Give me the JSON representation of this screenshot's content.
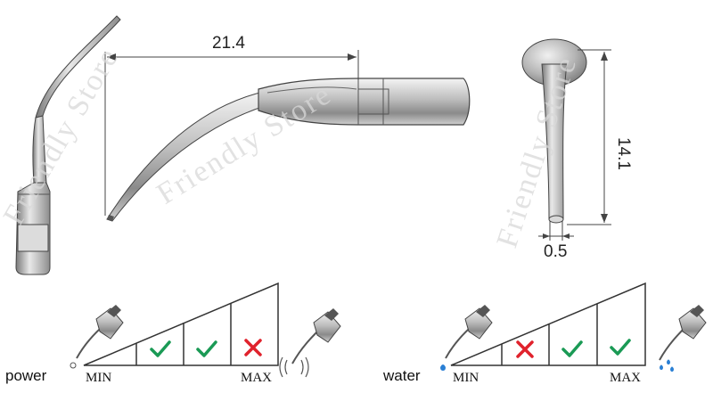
{
  "dimensions": {
    "length": "21.4",
    "height": "14.1",
    "tip_width": "0.5"
  },
  "watermark": "Friendly Store",
  "scales": [
    {
      "label": "power",
      "min_label": "MIN",
      "max_label": "MAX",
      "cells": [
        "check",
        "check",
        "cross"
      ]
    },
    {
      "label": "water",
      "min_label": "MIN",
      "max_label": "MAX",
      "cells": [
        "cross",
        "check",
        "check"
      ]
    }
  ],
  "colors": {
    "check": "#1a9a55",
    "cross": "#e0222c",
    "water_drop": "#2a7fd4",
    "outline": "#333333"
  }
}
